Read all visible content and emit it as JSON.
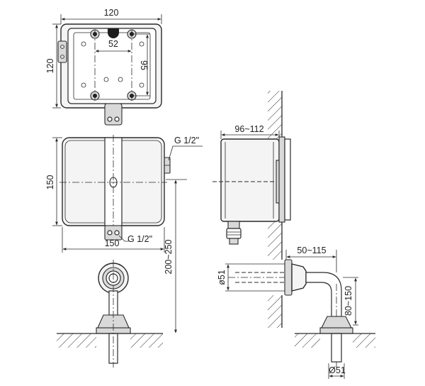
{
  "top_view": {
    "width_label": "120",
    "height_label": "120",
    "hole_spacing_h": "52",
    "hole_spacing_v": "95"
  },
  "front_view": {
    "height_label": "150",
    "width_label": "150",
    "inlet_label": "G 1/2\"",
    "outlet_label": "G 1/2\""
  },
  "install_height": {
    "label": "200~250"
  },
  "side_view": {
    "depth_label": "96~112"
  },
  "pipe_fitting": {
    "projection_label": "50~115",
    "diameter_label": "ø51",
    "drop_label": "80~150",
    "floor_diameter_label": "Ø51"
  }
}
